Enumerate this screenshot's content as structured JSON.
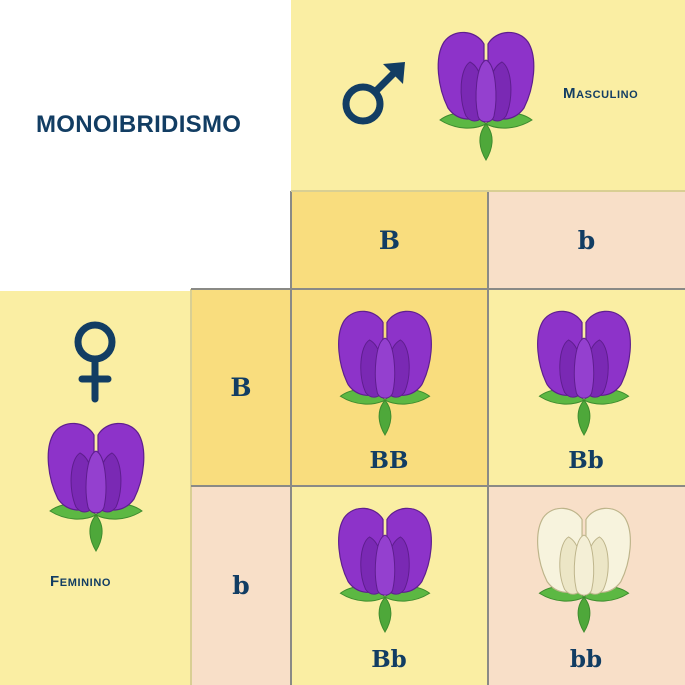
{
  "title": "MONOIBRIDISMO",
  "male": {
    "label": "Masculino",
    "symbol": "♂",
    "flower_color": "purple"
  },
  "female": {
    "label": "Feminino",
    "symbol": "♀",
    "flower_color": "purple"
  },
  "male_alleles": [
    "B",
    "b"
  ],
  "female_alleles": [
    "B",
    "b"
  ],
  "offspring": [
    {
      "genotype": "BB",
      "flower_color": "purple"
    },
    {
      "genotype": "Bb",
      "flower_color": "purple"
    },
    {
      "genotype": "Bb",
      "flower_color": "purple"
    },
    {
      "genotype": "bb",
      "flower_color": "white"
    }
  ],
  "colors": {
    "text": "#123d63",
    "purple_flower": "#8a2fc4",
    "white_flower": "#f6f2dc",
    "leaf": "#58b440",
    "cell_yellow": "#faeea3",
    "cell_gold": "#f9dd7e",
    "cell_pink": "#f8dfc8"
  }
}
